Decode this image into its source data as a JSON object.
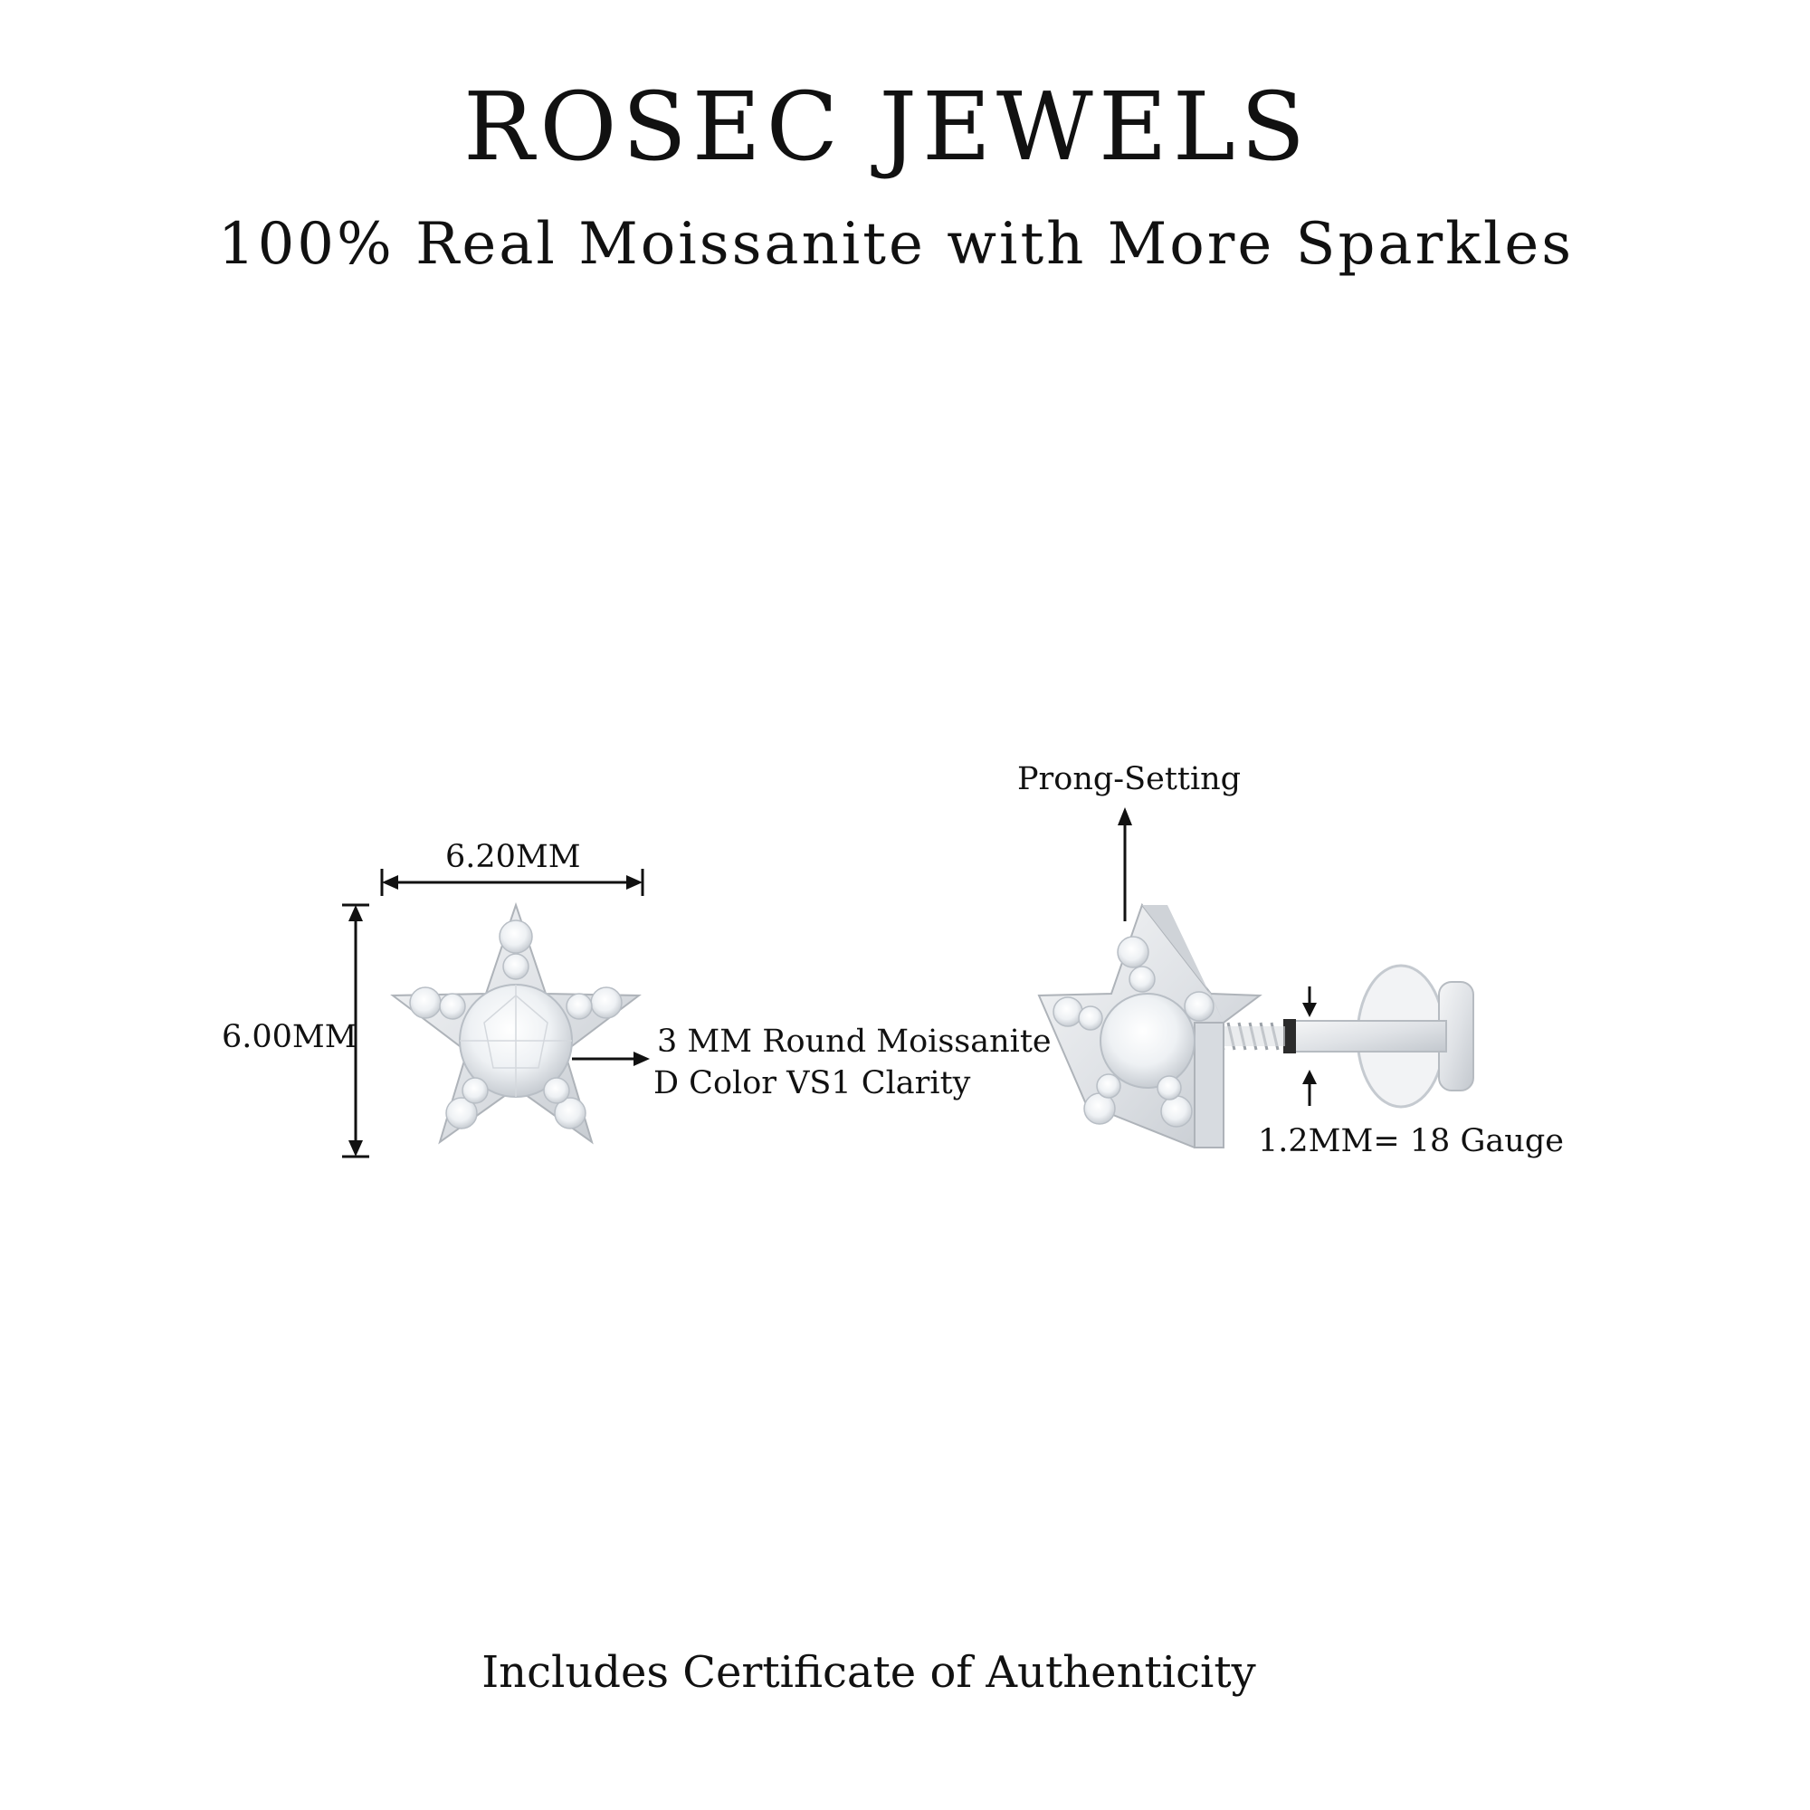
{
  "header": {
    "brand": "ROSEC JEWELS",
    "tagline": "100% Real Moissanite with More Sparkles"
  },
  "front_view": {
    "width_label": "6.20MM",
    "height_label": "6.00MM",
    "stone_line_1": "3 MM Round Moissanite",
    "stone_line_2": "D Color VS1 Clarity"
  },
  "side_view": {
    "setting_label": "Prong-Setting",
    "gauge_label": "1.2MM=  18 Gauge"
  },
  "footer": {
    "note": "Includes Certificate of Authenticity"
  },
  "colors": {
    "text": "#111111",
    "metal": "#e4e6e9",
    "metal_edge": "#9aa0a6",
    "stone": "#f4f6f8"
  }
}
